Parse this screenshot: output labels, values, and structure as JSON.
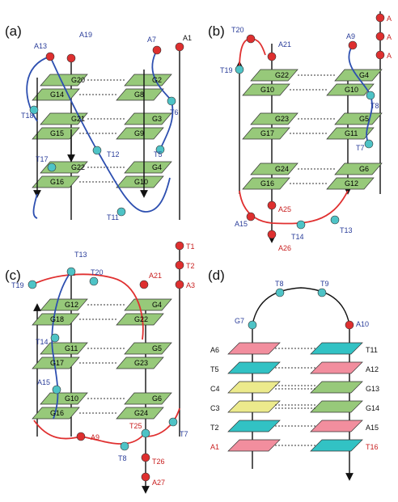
{
  "colors": {
    "green_plane": "#97c97a",
    "pink_plane": "#f28e9e",
    "cyan_plane": "#32c2c4",
    "yellow_plane": "#ecea8c",
    "blue_label": "#2a3d9a",
    "red_label": "#c81e1e",
    "blue_strand": "#2d4fb0",
    "red_strand": "#e03030",
    "red_node": "#de2f2f",
    "cyan_node": "#4ec3c6"
  },
  "panel_a": {
    "label": "(a)",
    "guanines": [
      "G20",
      "G2",
      "G14",
      "G8",
      "G21",
      "G3",
      "G15",
      "G9",
      "G22",
      "G4",
      "G16",
      "G10"
    ],
    "loop_bases": [
      "A13",
      "A19",
      "A7",
      "A1",
      "T18",
      "T6",
      "T17",
      "T12",
      "T5",
      "T11"
    ]
  },
  "panel_b": {
    "label": "(b)",
    "guanines": [
      "G22",
      "G4",
      "G10",
      "G10",
      "G23",
      "G5",
      "G17",
      "G11",
      "G24",
      "G6",
      "G16",
      "G12"
    ],
    "loop_bases": [
      "T20",
      "A21",
      "A9",
      "T19",
      "T8",
      "T7",
      "A25",
      "A15",
      "T14",
      "T13",
      "A26"
    ],
    "tail_bases": [
      "A",
      "A",
      "A"
    ]
  },
  "panel_c": {
    "label": "(c)",
    "guanines": [
      "G12",
      "G4",
      "G18",
      "G22",
      "G11",
      "G5",
      "G17",
      "G23",
      "G10",
      "G6",
      "G16",
      "G24"
    ],
    "loop_bases": [
      "T13",
      "T20",
      "A21",
      "T19",
      "T14",
      "A15",
      "A9",
      "T8",
      "T25",
      "T7",
      "T26",
      "A27"
    ],
    "tail_bases": [
      "T1",
      "T2",
      "A3"
    ]
  },
  "panel_d": {
    "label": "(d)",
    "loop_bases": [
      "T8",
      "T9",
      "G7",
      "A10"
    ],
    "left_bases": [
      "A6",
      "T5",
      "C4",
      "C3",
      "T2",
      "A1"
    ],
    "right_bases": [
      "T11",
      "A12",
      "G13",
      "G14",
      "A15",
      "T16"
    ]
  }
}
